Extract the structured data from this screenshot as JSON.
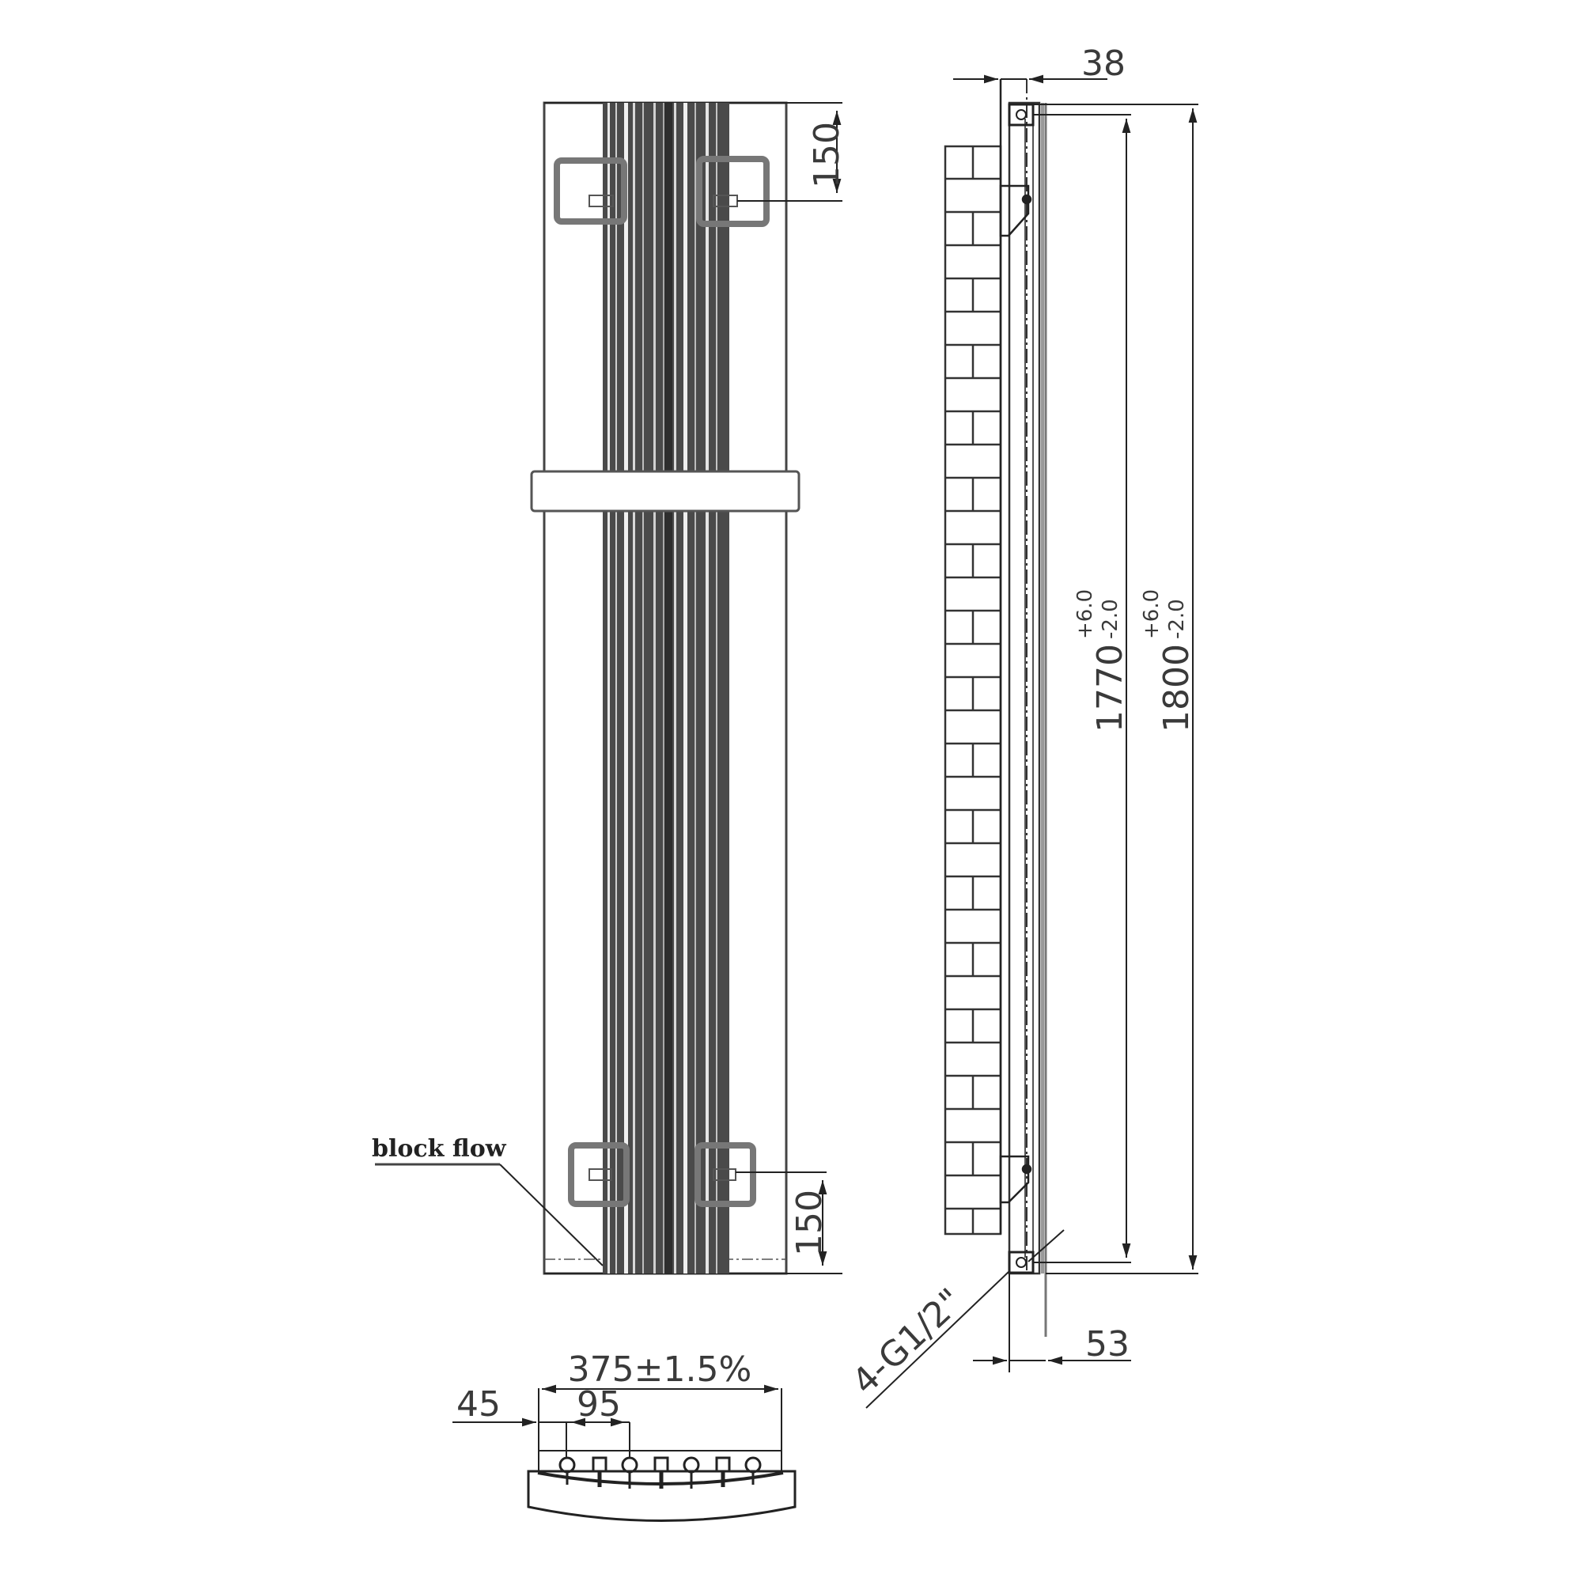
{
  "drawing": {
    "title": "Vertical radiator technical drawing",
    "colors": {
      "line": "#222222",
      "tube_dark": "#3c3c3c",
      "tube_mid": "#6a6a6a",
      "bracket": "#777777",
      "background": "#ffffff"
    }
  },
  "front_view": {
    "label_block_flow": "block flow",
    "dim_top_bracket": "150",
    "dim_bottom_bracket": "150"
  },
  "side_view": {
    "dim_depth_wall": "38",
    "dim_height_inner": "1770",
    "dim_height_inner_tol_plus": "+6.0",
    "dim_height_inner_tol_minus": "-2.0",
    "dim_height_overall": "1800",
    "dim_height_overall_tol_plus": "+6.0",
    "dim_height_overall_tol_minus": "-2.0",
    "dim_depth_bottom": "53",
    "connection_label": "4-G1/2\""
  },
  "plan_view": {
    "dim_width": "375±1.5%",
    "dim_edge_offset": "45",
    "dim_pitch": "95"
  }
}
